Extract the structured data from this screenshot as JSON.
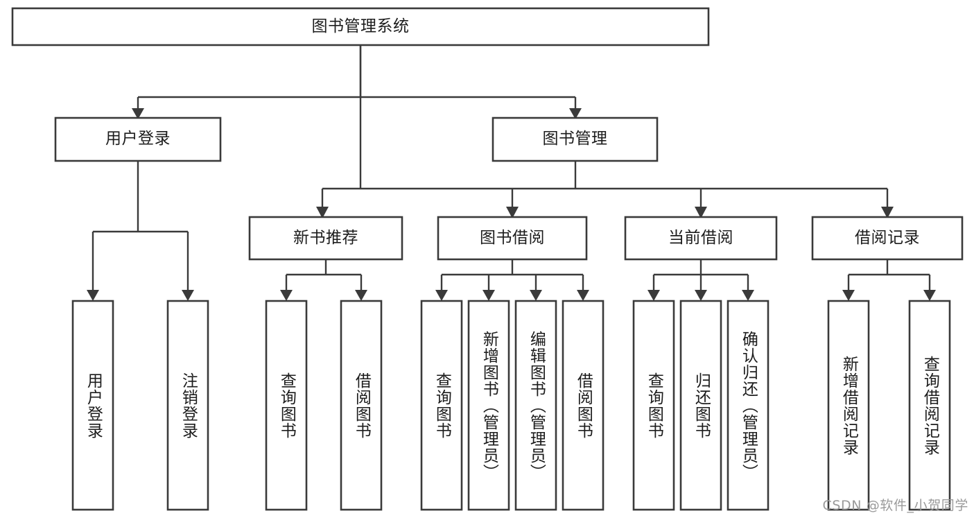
{
  "diagram": {
    "type": "tree",
    "title": "图书管理系统",
    "root": {
      "label": "图书管理系统"
    },
    "level2": [
      {
        "label": "用户登录"
      },
      {
        "label": "图书管理"
      }
    ],
    "level3": [
      {
        "label": "新书推荐"
      },
      {
        "label": "图书借阅"
      },
      {
        "label": "当前借阅"
      },
      {
        "label": "借阅记录"
      }
    ],
    "leaves": {
      "user_login": [
        {
          "label": "用户登录"
        },
        {
          "label": "注销登录"
        }
      ],
      "new_book_recommend": [
        {
          "label": "查询图书"
        },
        {
          "label": "借阅图书"
        }
      ],
      "book_borrow": [
        {
          "label": "查询图书"
        },
        {
          "label": "新增图书（管理员）"
        },
        {
          "label": "编辑图书（管理员）"
        },
        {
          "label": "借阅图书"
        }
      ],
      "current_borrow": [
        {
          "label": "查询图书"
        },
        {
          "label": "归还图书"
        },
        {
          "label": "确认归还（管理员）"
        }
      ],
      "borrow_record": [
        {
          "label": "新增借阅记录"
        },
        {
          "label": "查询借阅记录"
        }
      ]
    }
  },
  "watermark": {
    "text": "CSDN @软件_小贺同学"
  },
  "colors": {
    "stroke": "#3a3a3a",
    "fill": "#ffffff",
    "text": "#1c1c1c",
    "watermark": "#9a9a9a"
  }
}
